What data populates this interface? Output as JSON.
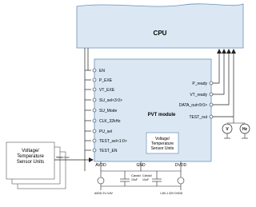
{
  "cpu": {
    "label": "CPU"
  },
  "pvt": {
    "title": "PVT module",
    "inner_box": [
      "Voltage/",
      "Temperature",
      "Sensor Units"
    ]
  },
  "left_pins": [
    "EN",
    "P_EXE",
    "VT_EXE",
    "SU_sel<3:0>",
    "SU_Mode",
    "CLK_32kHz",
    "PU_sel",
    "TEST_sel<1:0>",
    "TEST_EN"
  ],
  "right_pins": [
    "P_ready",
    "VT_ready",
    "DATA_out<9:0>",
    "TEST_out"
  ],
  "external_sensors": {
    "lines": [
      "Voltage/",
      "Temperature",
      "Sensor Units"
    ],
    "bus_label": "Vtest<1:n>"
  },
  "power": {
    "avdd": "AVDD",
    "gnd": "GND",
    "dvdd": "DVDD",
    "cap_left_name": "Cavdd",
    "cap_left_value": "10uF",
    "cap_right_name": "Cdvdd",
    "cap_right_value": "10uF",
    "avdd_supply": "AVDD 2V-3.6V",
    "dvdd_supply": "1.8V-1.32V DVDD"
  },
  "meter": {
    "v": "V",
    "hz": "Hz"
  }
}
